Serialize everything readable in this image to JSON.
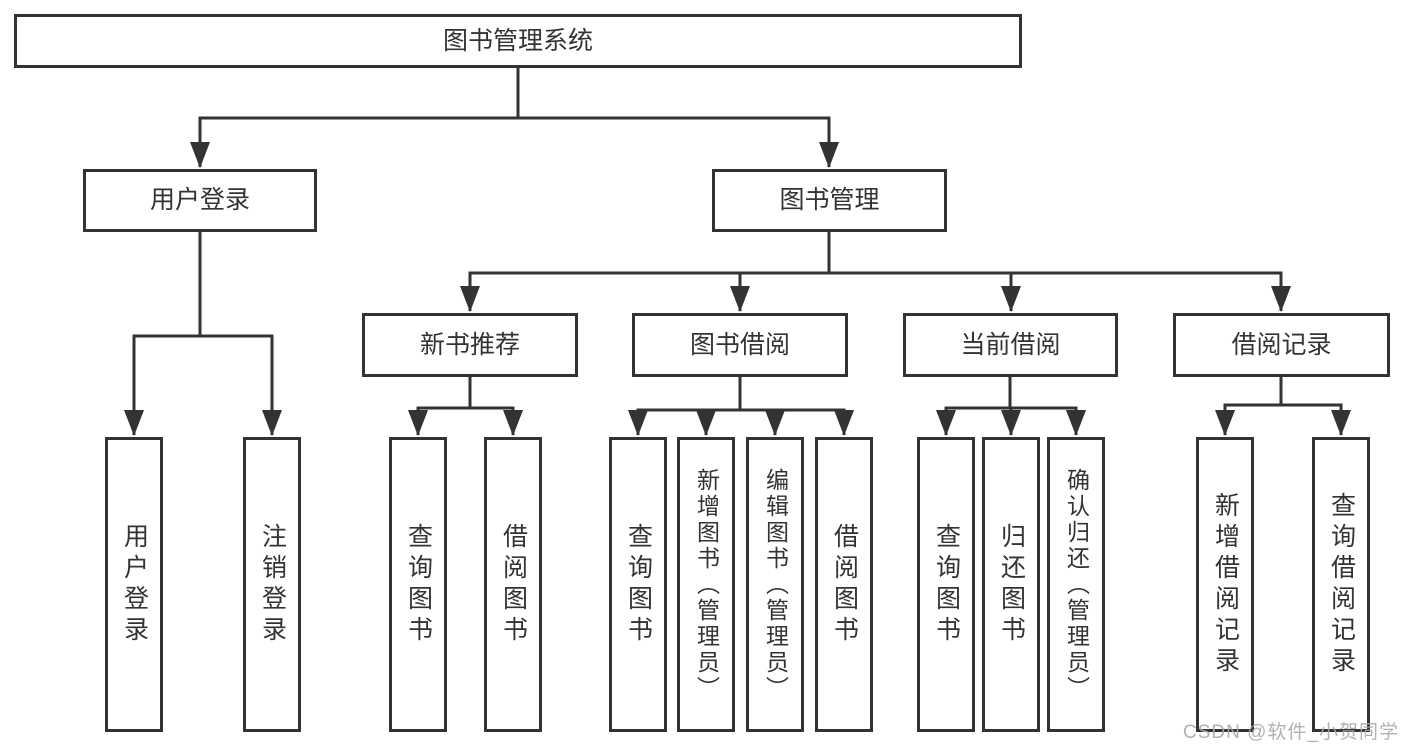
{
  "nodes": {
    "root": "图书管理系统",
    "user_login": "用户登录",
    "book_mgmt": "图书管理",
    "new_book_rec": "新书推荐",
    "book_borrow": "图书借阅",
    "current_borrow": "当前借阅",
    "borrow_record": "借阅记录",
    "ul_login": "用户登录",
    "ul_logout": "注销登录",
    "nb_query": "查询图书",
    "nb_borrow": "借阅图书",
    "bb_query": "查询图书",
    "bb_add": "新增图书（管理员）",
    "bb_edit": "编辑图书（管理员）",
    "bb_borrow": "借阅图书",
    "cb_query": "查询图书",
    "cb_return": "归还图书",
    "cb_confirm": "确认归还（管理员）",
    "br_add": "新增借阅记录",
    "br_query": "查询借阅记录"
  },
  "hierarchy": {
    "图书管理系统": {
      "用户登录": [
        "用户登录",
        "注销登录"
      ],
      "图书管理": {
        "新书推荐": [
          "查询图书",
          "借阅图书"
        ],
        "图书借阅": [
          "查询图书",
          "新增图书（管理员）",
          "编辑图书（管理员）",
          "借阅图书"
        ],
        "当前借阅": [
          "查询图书",
          "归还图书",
          "确认归还（管理员）"
        ],
        "借阅记录": [
          "新增借阅记录",
          "查询借阅记录"
        ]
      }
    }
  },
  "watermark": "CSDN @软件_小贺同学",
  "colors": {
    "line": "#333333",
    "text": "#333333",
    "background": "#ffffff",
    "watermark": "#a8a8a8"
  }
}
